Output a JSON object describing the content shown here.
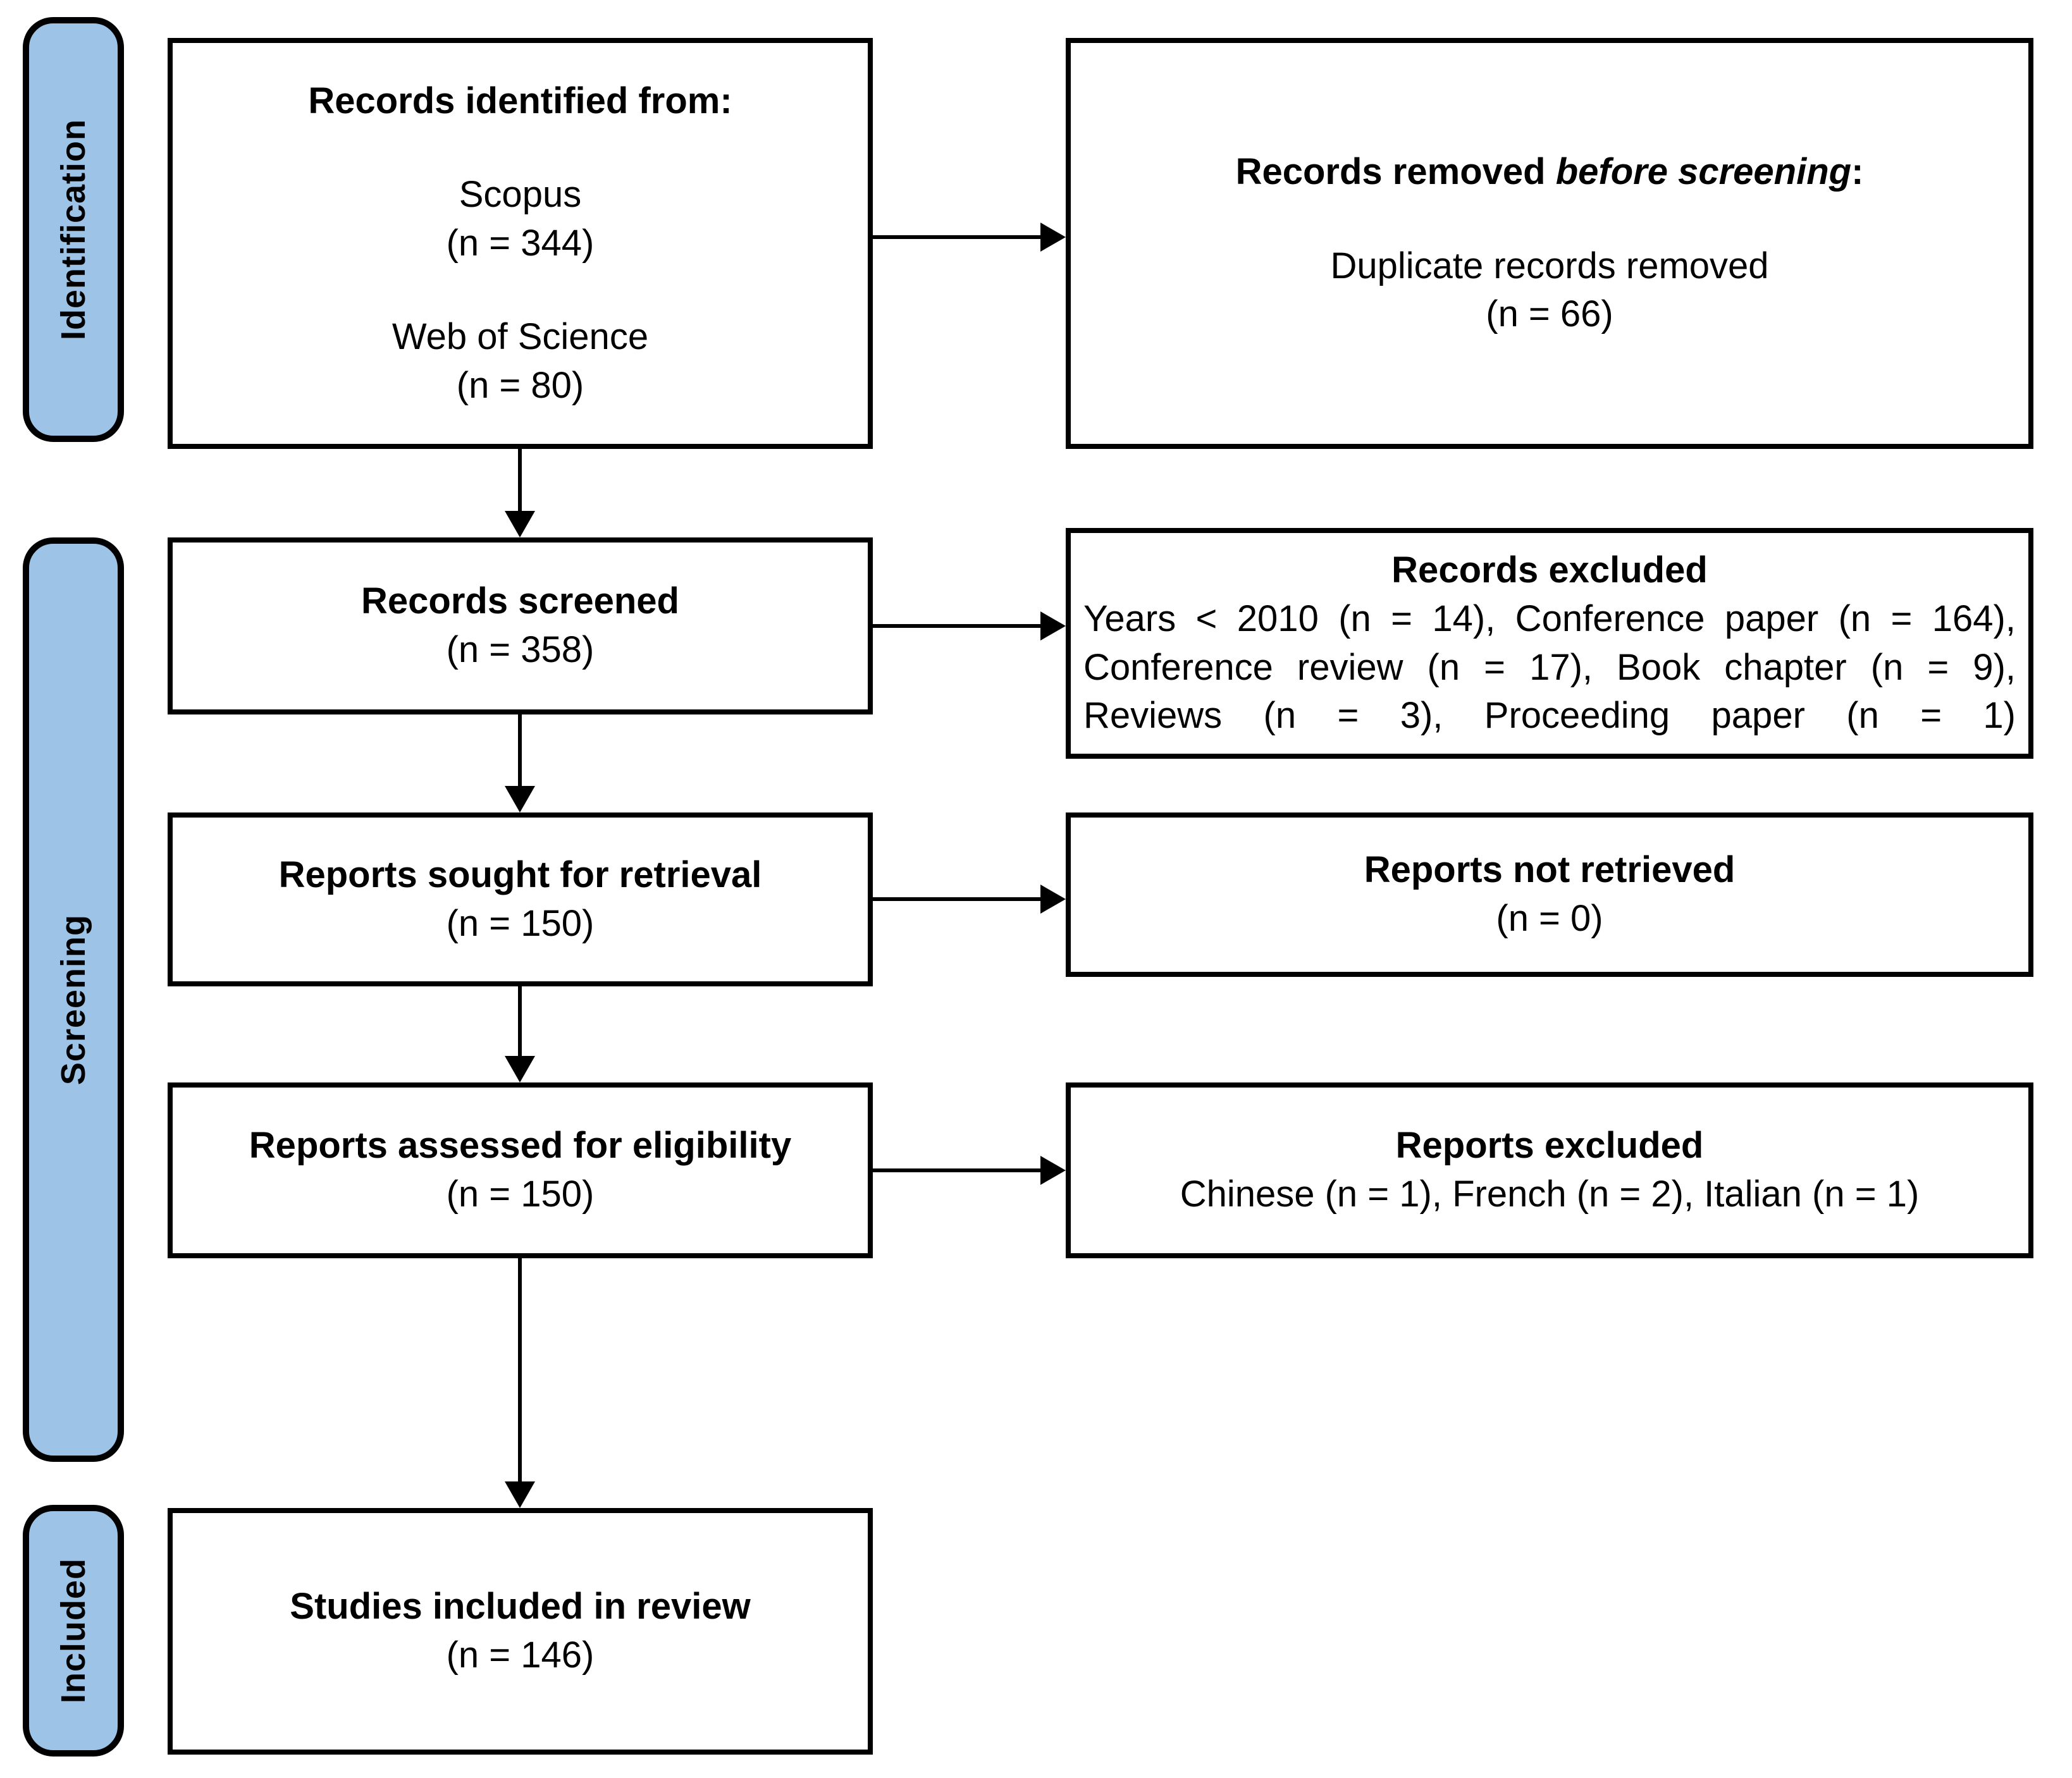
{
  "colors": {
    "stage_fill": "#9dc3e6",
    "stage_border": "#000000",
    "box_border": "#000000",
    "text": "#000000",
    "background": "#ffffff"
  },
  "stages": [
    {
      "label": "Identification"
    },
    {
      "label": "Screening"
    },
    {
      "label": "Included"
    }
  ],
  "flow": {
    "identified": {
      "title": "Records identified from:",
      "sources": [
        {
          "name": "Scopus",
          "count": "(n = 344)"
        },
        {
          "name": "Web of Science",
          "count": "(n = 80)"
        }
      ]
    },
    "removed": {
      "title_prefix": "Records removed ",
      "title_emphasis": "before screening",
      "title_suffix": ":",
      "body": "Duplicate records removed",
      "count": "(n = 66)"
    },
    "screened": {
      "title": "Records screened",
      "count": "(n = 358)"
    },
    "records_excluded": {
      "title": "Records excluded",
      "body": "Years < 2010 (n = 14), Conference paper (n = 164), Conference review (n = 17), Book chapter (n = 9), Reviews (n = 3), Proceeding paper (n = 1)"
    },
    "sought": {
      "title": "Reports sought for retrieval",
      "count": "(n = 150)"
    },
    "not_retrieved": {
      "title": "Reports not retrieved",
      "count": "(n = 0)"
    },
    "assessed": {
      "title": "Reports assessed for eligibility",
      "count": "(n = 150)"
    },
    "reports_excluded": {
      "title": "Reports excluded",
      "body": "Chinese (n = 1), French (n = 2), Italian (n = 1)"
    },
    "included_studies": {
      "title": "Studies included in review",
      "count": "(n = 146)"
    }
  }
}
